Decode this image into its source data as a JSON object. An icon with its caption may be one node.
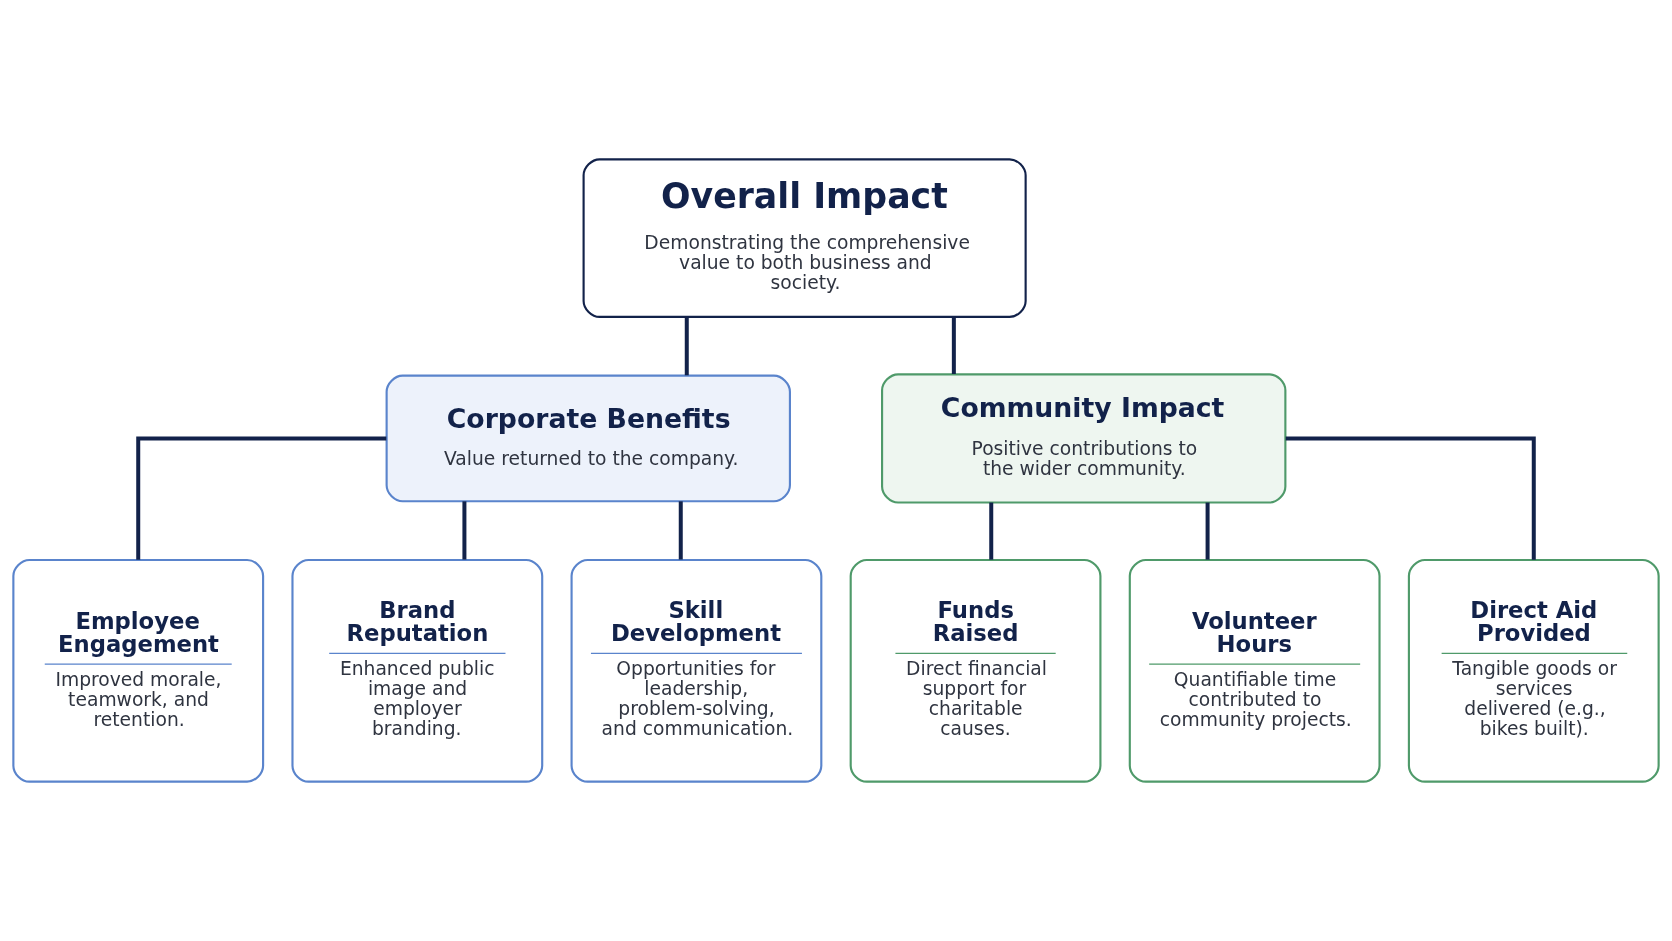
{
  "diagram": {
    "nodes": [
      {
        "text": [
          "Overall Impact",
          "Demonstrating the comprehensive value to both business and society."
        ]
      },
      {
        "text": [
          "Corporate Benefits",
          "Value returned to the company."
        ]
      },
      {
        "text": [
          "Community Impact",
          "Positive contributions to the wider community."
        ]
      },
      {
        "text": [
          "Employee Engagement",
          "Improved morale, teamwork, and retention."
        ]
      },
      {
        "text": [
          "Brand Reputation",
          "Enhanced public image and employer branding."
        ]
      },
      {
        "text": [
          "Skill Development",
          "Opportunities for leadership, problem-solving, and communication."
        ]
      },
      {
        "text": [
          "Funds Raised",
          "Direct financial support for charitable causes."
        ]
      },
      {
        "text": [
          "Volunteer Hours",
          "Quantifiable time contributed to community projects."
        ]
      },
      {
        "text": [
          "Direct Aid Provided",
          "Tangible goods or services delivered (e.g., bikes built)."
        ]
      }
    ],
    "edges": [
      {
        "from": 0,
        "to": 1,
        "arrow": "none"
      },
      {
        "from": 0,
        "to": 2,
        "arrow": "none"
      },
      {
        "from": 1,
        "to": 3,
        "arrow": "none"
      },
      {
        "from": 1,
        "to": 4,
        "arrow": "none"
      },
      {
        "from": 1,
        "to": 5,
        "arrow": "none"
      },
      {
        "from": 2,
        "to": 6,
        "arrow": "none"
      },
      {
        "from": 2,
        "to": 7,
        "arrow": "none"
      },
      {
        "from": 2,
        "to": 8,
        "arrow": "none"
      }
    ]
  }
}
